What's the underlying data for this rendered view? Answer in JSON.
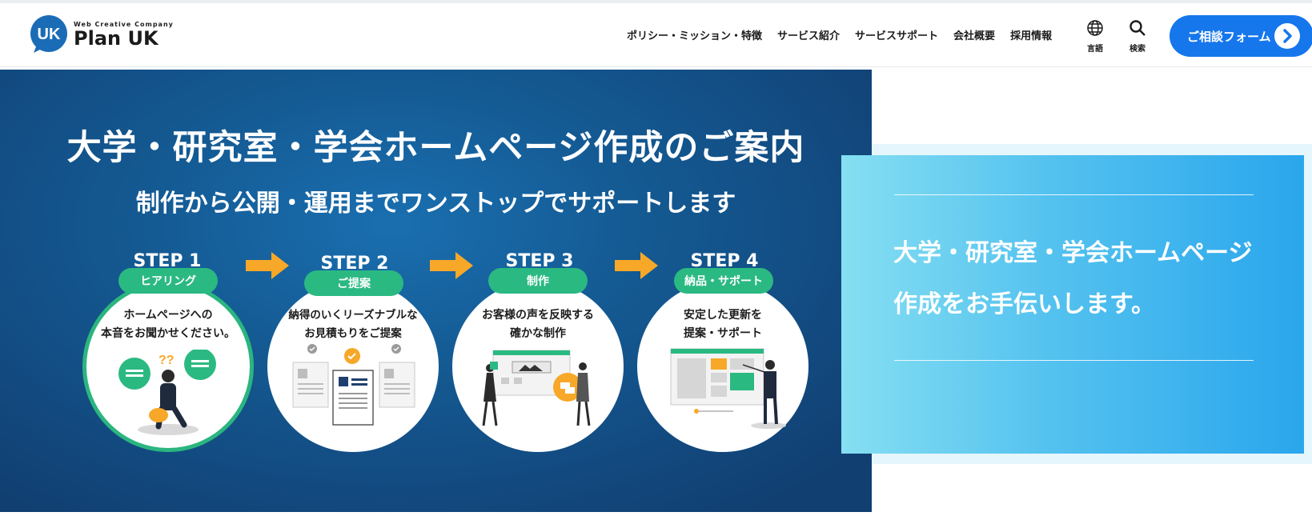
{
  "header": {
    "logo_tag": "Web Creative Company",
    "logo_name": "Plan UK",
    "logo_mark": "UK",
    "nav": [
      "ポリシー・ミッション・特徴",
      "サービス紹介",
      "サービスサポート",
      "会社概要",
      "採用情報"
    ],
    "language_label": "言語",
    "search_label": "検索",
    "cta_label": "ご相談フォーム"
  },
  "banner": {
    "title": "大学・研究室・学会ホームページ作成のご案内",
    "subtitle": "制作から公開・運用までワンストップでサポートします",
    "steps": [
      {
        "step": "STEP 1",
        "pill": "ヒアリング",
        "text": "ホームページへの\n本音をお聞かせください。"
      },
      {
        "step": "STEP 2",
        "pill": "ご提案",
        "text": "納得のいくリーズナブルな\nお見積もりをご提案"
      },
      {
        "step": "STEP 3",
        "pill": "制作",
        "text": "お客様の声を反映する\n確かな制作"
      },
      {
        "step": "STEP 4",
        "pill": "納品・サポート",
        "text": "安定した更新を\n提案・サポート"
      }
    ]
  },
  "card": {
    "text": "大学・研究室・学会ホームページ作成をお手伝いします。"
  },
  "colors": {
    "brand_blue": "#1677ec",
    "banner_navy": "#113f72",
    "step_green": "#2bb982",
    "arrow_orange": "#f7a828",
    "card_cyan": "#54c2ef"
  }
}
